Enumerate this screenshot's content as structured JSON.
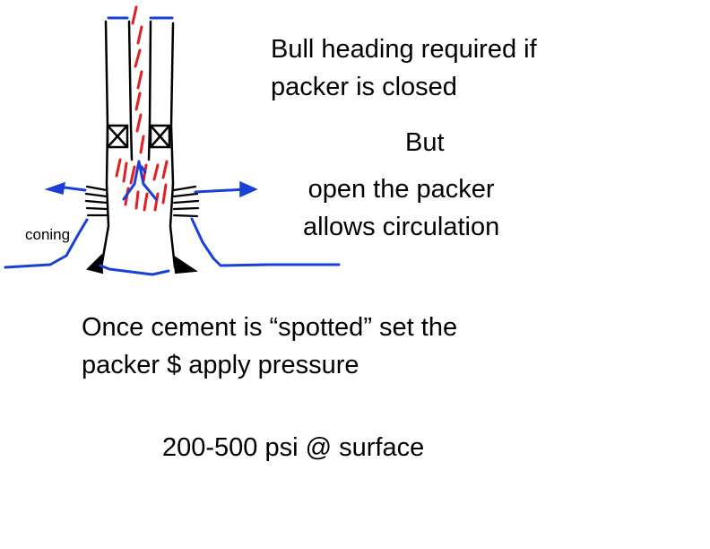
{
  "notes": {
    "bullheading_line1": "Bull heading required if",
    "bullheading_line2": "packer is closed",
    "but": "But",
    "open_line1": "open the packer",
    "open_line2": "allows circulation",
    "coning": "coning",
    "spotted_line1": "Once cement is “spotted” set the",
    "spotted_line2": "packer $ apply pressure",
    "pressure": "200-500 psi @ surface"
  },
  "colors": {
    "cement": "#e32020",
    "fluid_flow": "#1a3fd6",
    "well_outline": "#000000"
  },
  "icons": [
    "packer-element-icon",
    "perforation-icon",
    "flow-arrow-icon",
    "wellbore-shoe-icon"
  ]
}
